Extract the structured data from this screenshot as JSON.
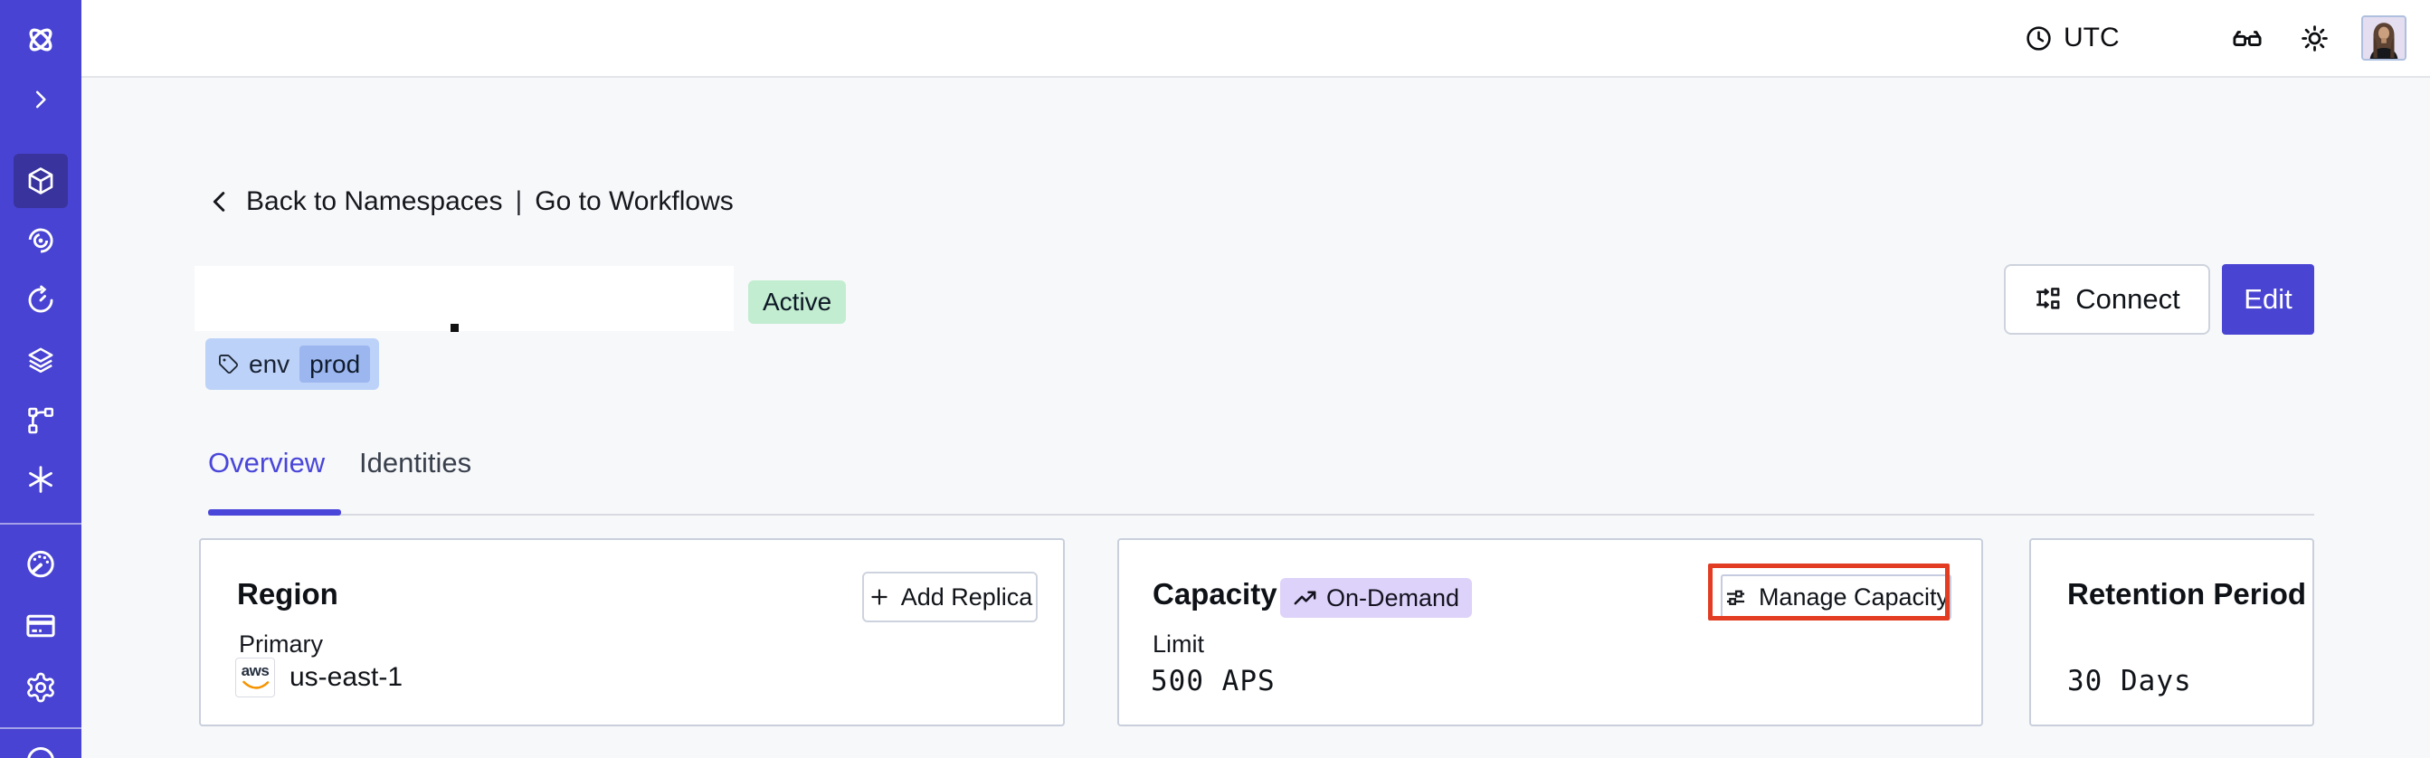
{
  "topbar": {
    "timezone": "UTC"
  },
  "breadcrumb": {
    "back": "Back to Namespaces",
    "separator": "|",
    "forward": "Go to Workflows"
  },
  "header": {
    "status_badge": "Active",
    "tag_key": "env",
    "tag_value": "prod",
    "connect_label": "Connect",
    "edit_label": "Edit"
  },
  "tabs": [
    {
      "label": "Overview",
      "active": true
    },
    {
      "label": "Identities",
      "active": false
    }
  ],
  "cards": {
    "region": {
      "title": "Region",
      "button": "Add Replica",
      "row_label": "Primary",
      "provider": "aws",
      "value": "us-east-1"
    },
    "capacity": {
      "title": "Capacity",
      "badge": "On-Demand",
      "button": "Manage Capacity",
      "row_label": "Limit",
      "value": "500 APS"
    },
    "retention": {
      "title": "Retention Period",
      "value": "30 Days"
    }
  },
  "sidebar": {
    "items": [
      {
        "icon": "temporal-logo-icon"
      },
      {
        "icon": "chevron-right-icon"
      },
      {
        "icon": "cube-icon",
        "active": true
      },
      {
        "icon": "spiral-icon"
      },
      {
        "icon": "timer-icon"
      },
      {
        "icon": "layers-icon"
      },
      {
        "icon": "branch-icon"
      },
      {
        "icon": "asterisk-icon"
      },
      {
        "icon": "gauge-icon"
      },
      {
        "icon": "credit-card-icon"
      },
      {
        "icon": "gear-icon"
      },
      {
        "icon": "partial-circle-icon"
      }
    ]
  },
  "colors": {
    "sidebar": "#4843d2",
    "sidebar_active": "#39339e",
    "accent": "#4946d9",
    "status_green_bg": "#c2edd0",
    "tag_bg": "#bdd2f8",
    "tag_chip_bg": "#9cb7f0",
    "ondemand_bg": "#ddd2f9",
    "highlight_red": "#e23c22",
    "page_bg": "#f7f8fa"
  }
}
